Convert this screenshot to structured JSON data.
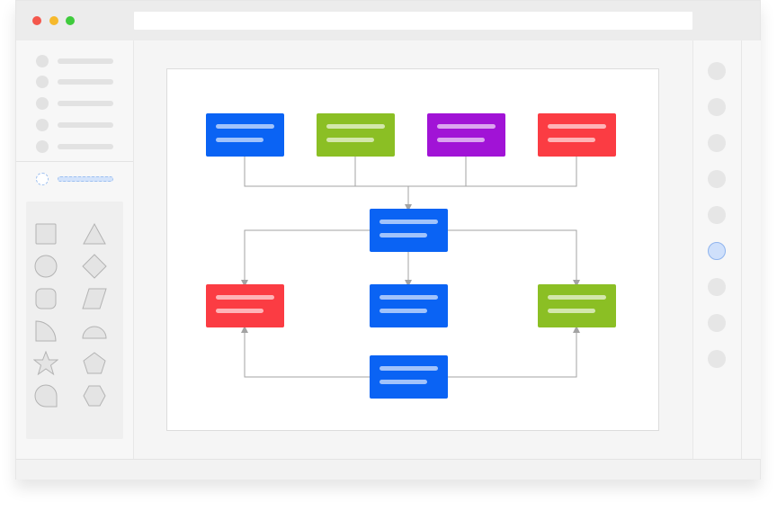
{
  "colors": {
    "blue": "#0a63f4",
    "green": "#8bbf24",
    "purple": "#a113d6",
    "red": "#fb3c43",
    "traffic_red": "#f4574c",
    "traffic_yellow": "#f6b92c",
    "traffic_green": "#3fcb3d",
    "connector": "#a3a3a3"
  },
  "window_controls": [
    {
      "icon": "close-dot-icon",
      "color": "#f4574c"
    },
    {
      "icon": "minimize-dot-icon",
      "color": "#f6b92c"
    },
    {
      "icon": "maximize-dot-icon",
      "color": "#3fcb3d"
    }
  ],
  "sidebar": {
    "menu_items": 5,
    "active_item": "placeholder-selected",
    "shapes": [
      {
        "icon": "square-shape-icon"
      },
      {
        "icon": "triangle-shape-icon"
      },
      {
        "icon": "circle-shape-icon"
      },
      {
        "icon": "diamond-shape-icon"
      },
      {
        "icon": "rounded-square-shape-icon"
      },
      {
        "icon": "parallelogram-shape-icon"
      },
      {
        "icon": "quarter-circle-shape-icon"
      },
      {
        "icon": "half-circle-shape-icon"
      },
      {
        "icon": "star-shape-icon"
      },
      {
        "icon": "pentagon-shape-icon"
      },
      {
        "icon": "teardrop-shape-icon"
      },
      {
        "icon": "hexagon-shape-icon"
      }
    ]
  },
  "right_toolbar": {
    "tool_count": 9,
    "active_index": 5
  },
  "diagram": {
    "type": "flowchart",
    "node_colors": [
      "blue",
      "green",
      "purple",
      "red",
      "blue",
      "red",
      "blue",
      "green",
      "blue"
    ]
  }
}
